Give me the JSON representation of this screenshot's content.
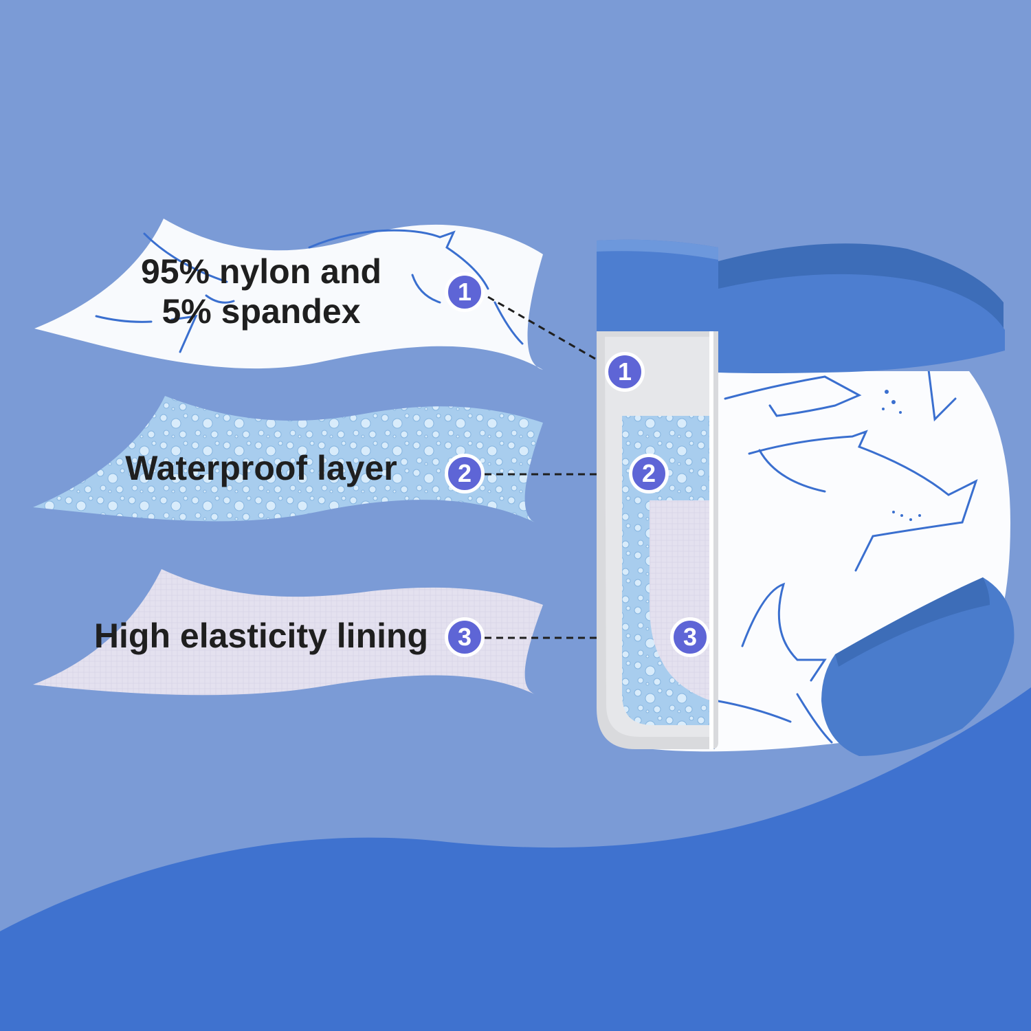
{
  "colors": {
    "background": "#7b9bd6",
    "wave": "#3f72cf",
    "badge": "#5e65d6",
    "waistband": "#4d7ed0",
    "shark_line": "#3a6fcf"
  },
  "layers": [
    {
      "number": "1",
      "label_line1": "95% nylon and",
      "label_line2": "5% spandex"
    },
    {
      "number": "2",
      "label": "Waterproof layer"
    },
    {
      "number": "3",
      "label": "High elasticity lining"
    }
  ]
}
